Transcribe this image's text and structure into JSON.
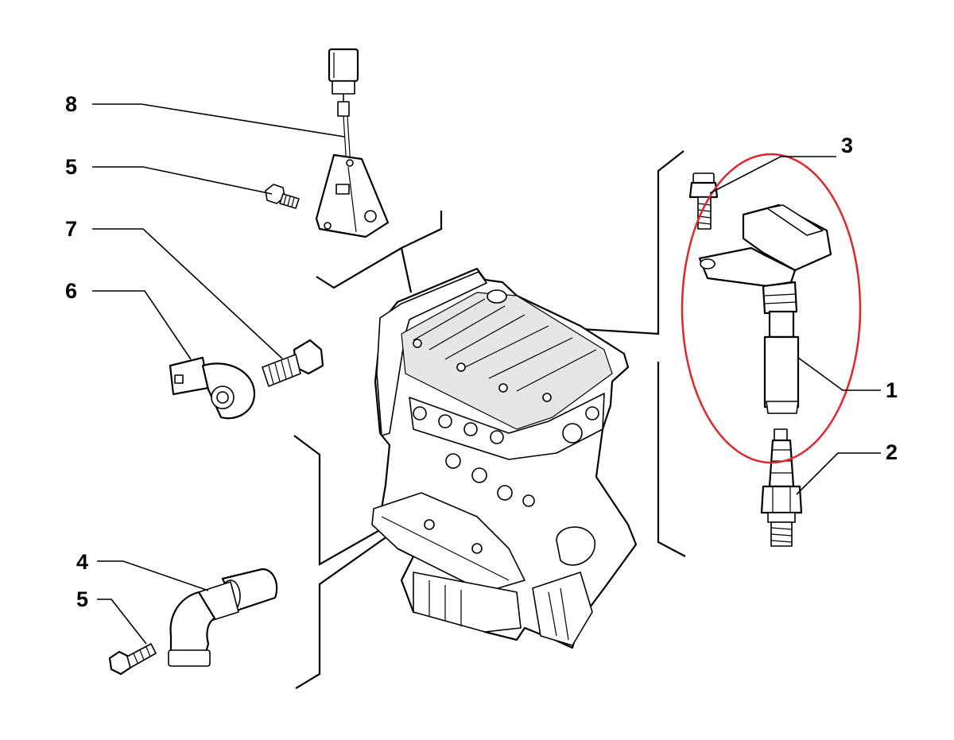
{
  "callouts": {
    "c1": "1",
    "c2": "2",
    "c3": "3",
    "c4": "4",
    "c5a": "5",
    "c5b": "5",
    "c6": "6",
    "c7": "7",
    "c8": "8"
  },
  "colors": {
    "highlight": "#e0262d",
    "ink": "#000000",
    "background": "#ffffff"
  }
}
